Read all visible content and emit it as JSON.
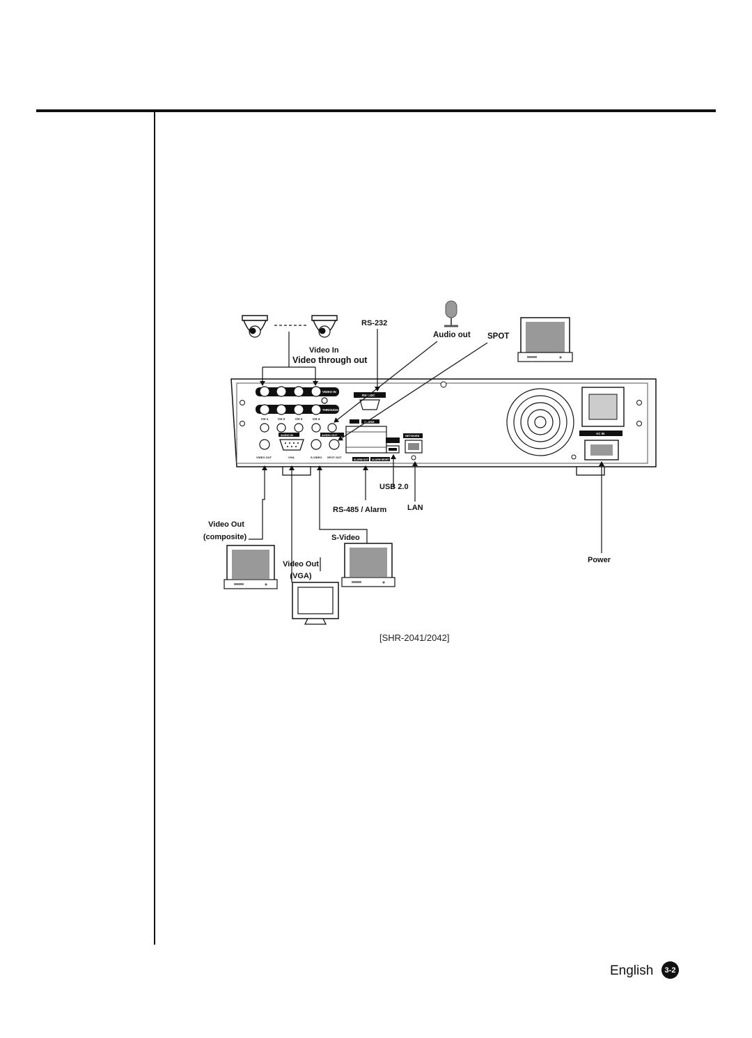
{
  "diagram": {
    "labels": {
      "rs232": "RS-232",
      "audio_out": "Audio out",
      "spot": "SPOT",
      "video_in": "Video In",
      "video_through_out": "Video through out",
      "usb": "USB 2.0",
      "rs485_alarm": "RS-485 / Alarm",
      "lan": "LAN",
      "video_out_composite_line1": "Video Out",
      "video_out_composite_line2": "(composite)",
      "s_video": "S-Video",
      "video_out_vga_line1": "Video Out",
      "video_out_vga_line2": "(VGA)",
      "power": "Power"
    },
    "panel_labels": {
      "video_in": "VIDEO IN",
      "through": "THROUGH",
      "ch1": "CH 1",
      "ch2": "CH 2",
      "ch3": "CH 3",
      "ch4": "CH 4",
      "audio_in": "AUDIO IN",
      "audio_out": "AUDIO OUT",
      "rs232c": "RS-232C",
      "alarm": "ALARM",
      "network": "NETWORK",
      "ac_in": "AC IN",
      "video_out": "VIDEO OUT",
      "vga": "VGA",
      "s_video": "S-VIDEO",
      "spot_out": "SPOT OUT",
      "alarm_out": "ALARM OUT",
      "alarm_reset": "ALARM RESET"
    },
    "caption": "[SHR-2041/2042]"
  },
  "footer": {
    "language": "English",
    "page": "3-2"
  }
}
